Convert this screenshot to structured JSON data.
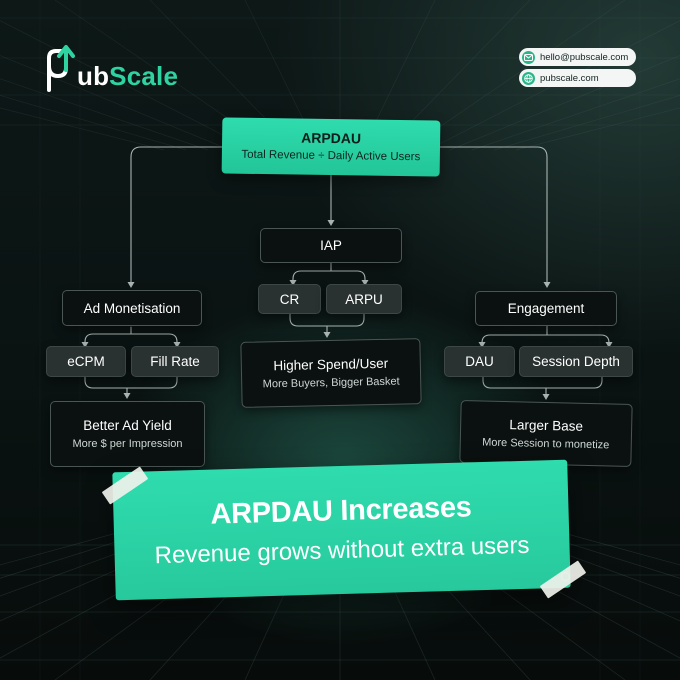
{
  "brand": {
    "name_prefix": "",
    "name_p": "P",
    "name_ub": "ub",
    "name_scale": "Scale",
    "logo_mark_icon": "arrow-up-p-icon",
    "accent_color": "#2fd3a2"
  },
  "contacts": [
    {
      "icon": "mail-icon",
      "text": "hello@pubscale.com"
    },
    {
      "icon": "globe-icon",
      "text": "pubscale.com"
    }
  ],
  "diagram": {
    "root": {
      "title": "ARPDAU",
      "subtitle": "Total Revenue ÷ Daily Active Users"
    },
    "branches": {
      "ad": {
        "title": "Ad Monetisation",
        "drivers": [
          "eCPM",
          "Fill Rate"
        ],
        "result": {
          "title": "Better Ad Yield",
          "subtitle": "More $ per Impression"
        }
      },
      "iap": {
        "title": "IAP",
        "drivers": [
          "CR",
          "ARPU"
        ],
        "result": {
          "title": "Higher Spend/User",
          "subtitle": "More Buyers, Bigger Basket"
        }
      },
      "engagement": {
        "title": "Engagement",
        "drivers": [
          "DAU",
          "Session Depth"
        ],
        "result": {
          "title": "Larger Base",
          "subtitle": "More Session to monetize"
        }
      }
    },
    "outcome": {
      "title": "ARPDAU Increases",
      "subtitle": "Revenue grows without extra users"
    }
  },
  "colors": {
    "accent": "#2fdcae",
    "background": "#0a1312",
    "node_dark": "#0b1110",
    "node_dim": "#2a3231",
    "connector": "#a9b4b2"
  }
}
